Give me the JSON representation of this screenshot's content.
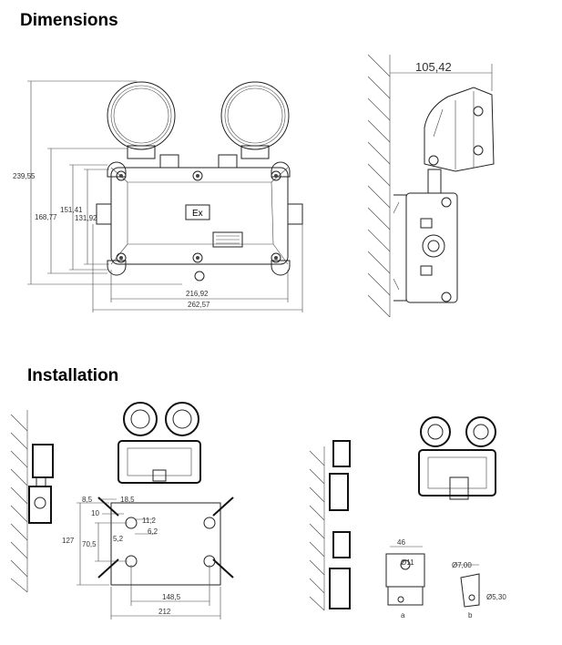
{
  "headings": {
    "dimensions": "Dimensions",
    "installation": "Installation"
  },
  "front_dims": {
    "h_total": "239,55",
    "h_mid": "168,77",
    "h_body": "151,41",
    "h_inner": "131,92",
    "w_inner": "216,92",
    "w_total": "262,57",
    "label_ex": "Ex"
  },
  "side_dims": {
    "depth": "105,42"
  },
  "bracket_dims": {
    "d1": "8,5",
    "d2": "18,5",
    "d3": "10",
    "d4": "11,2",
    "d5": "6,2",
    "d6": "5,2",
    "d7": "127",
    "d8": "70,5",
    "d9": "148,5",
    "d10": "212"
  },
  "detail_a": {
    "width": "46",
    "hole": "Ø11",
    "label": "a"
  },
  "detail_b": {
    "hole1": "Ø7,00",
    "hole2": "Ø5,30",
    "label": "b"
  }
}
